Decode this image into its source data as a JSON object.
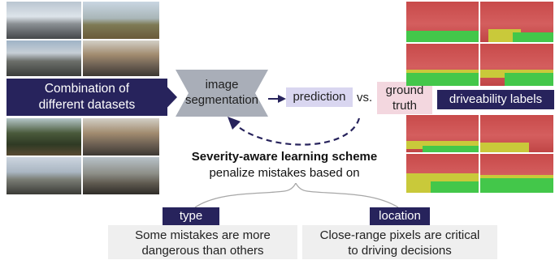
{
  "left_banner": {
    "line1": "Combination of",
    "line2": "different datasets"
  },
  "network": {
    "line1": "image",
    "line2": "segmentation"
  },
  "prediction_label": "prediction",
  "versus_label": "vs.",
  "ground_truth": {
    "line1": "ground",
    "line2": "truth"
  },
  "driveability_label": "driveability labels",
  "scheme": {
    "title": "Severity-aware learning scheme",
    "subtitle": "penalize mistakes based on"
  },
  "branches": [
    {
      "tag": "type",
      "line1": "Some mistakes are more",
      "line2": "dangerous than others"
    },
    {
      "tag": "location",
      "line1": "Close-range pixels are critical",
      "line2": "to driving decisions"
    }
  ],
  "colors": {
    "banner": "#27235c",
    "network": "#a9aeb8",
    "prediction_bg": "#d9d6f0",
    "ground_truth_bg": "#f3d7df",
    "seg_red": "#c84a4a",
    "seg_green": "#43c74a",
    "seg_yellow": "#c9c93a"
  },
  "icons": [
    "image-collage",
    "segmentation-network-shape",
    "arrow-right",
    "dashed-curved-arrow",
    "curly-brace"
  ]
}
